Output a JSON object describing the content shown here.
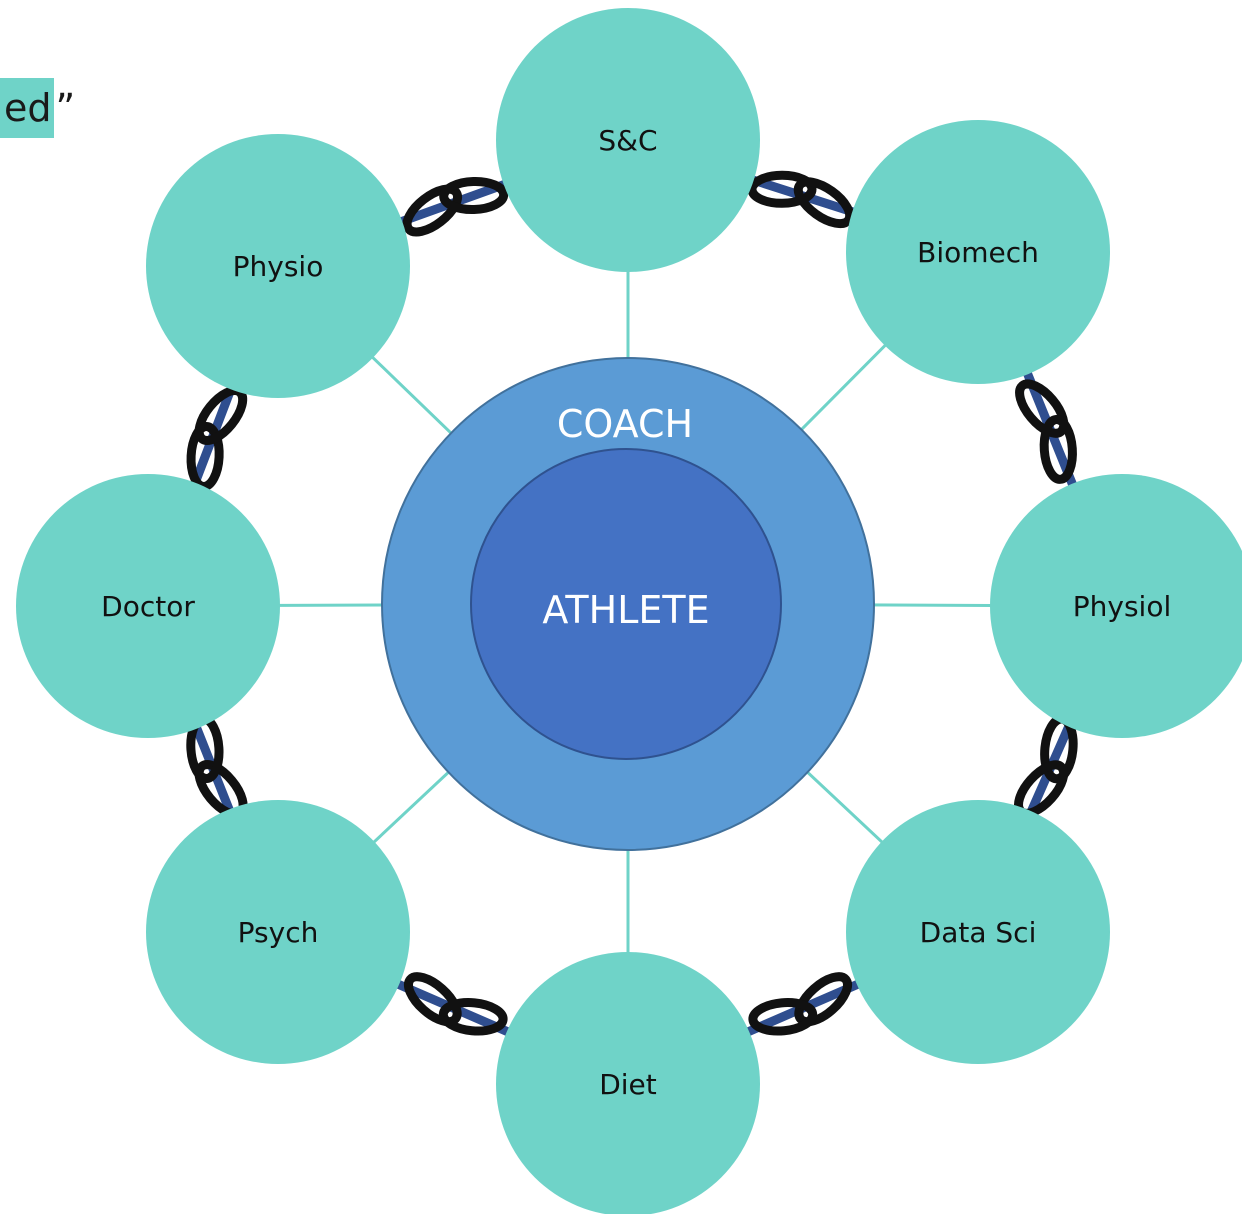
{
  "corner_text": {
    "highlighted": "ed",
    "quote": "”"
  },
  "center": {
    "outer_label": "COACH",
    "inner_label": "ATHLETE"
  },
  "nodes": [
    {
      "id": "sc",
      "label": "S&C"
    },
    {
      "id": "biomech",
      "label": "Biomech"
    },
    {
      "id": "physiol",
      "label": "Physiol"
    },
    {
      "id": "datasci",
      "label": "Data Sci"
    },
    {
      "id": "diet",
      "label": "Diet"
    },
    {
      "id": "psych",
      "label": "Psych"
    },
    {
      "id": "doctor",
      "label": "Doctor"
    },
    {
      "id": "physio",
      "label": "Physio"
    }
  ],
  "colors": {
    "node_fill": "#6fd3c8",
    "spoke": "#6fd3c8",
    "coach_fill": "#5b9bd5",
    "coach_stroke": "#41719c",
    "athlete_fill": "#4472c4",
    "athlete_stroke": "#2f528f",
    "ring": "#2f4e8f",
    "chain": "#111111"
  }
}
